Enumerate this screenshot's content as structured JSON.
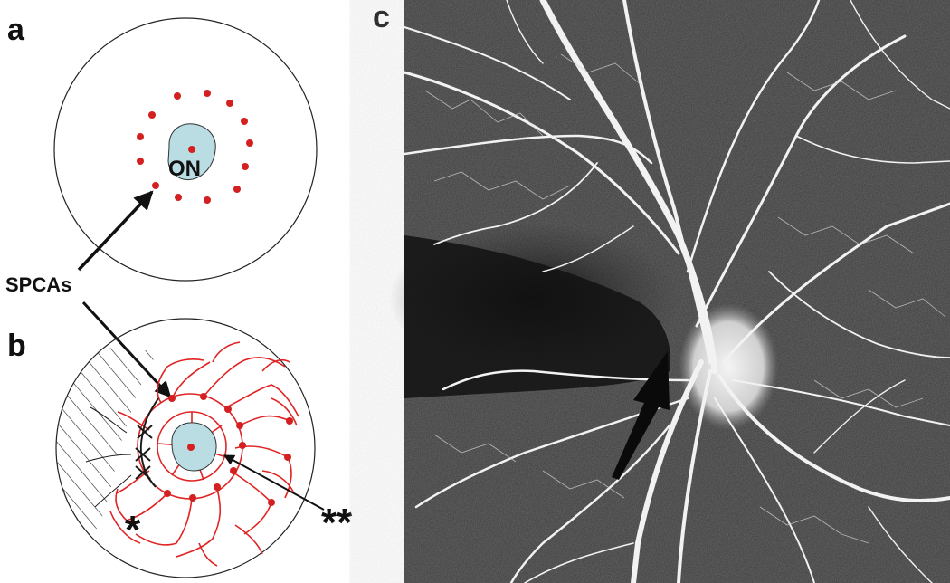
{
  "panels": {
    "a": {
      "letter": "a",
      "disc_label": "ON"
    },
    "b": {
      "letter": "b",
      "single_star": "*",
      "double_star": "**"
    },
    "c": {
      "letter": "c"
    }
  },
  "callouts": {
    "spcas": "SPCAs"
  },
  "colors": {
    "optic_disc_fill": "#b9dde3",
    "artery_dot": "#d42020",
    "vessel_red": "#e02323",
    "watershed_black": "#1a1a1a",
    "angiogram_background": "#3a3a3a",
    "angiogram_vessel": "#f2f2f2"
  }
}
